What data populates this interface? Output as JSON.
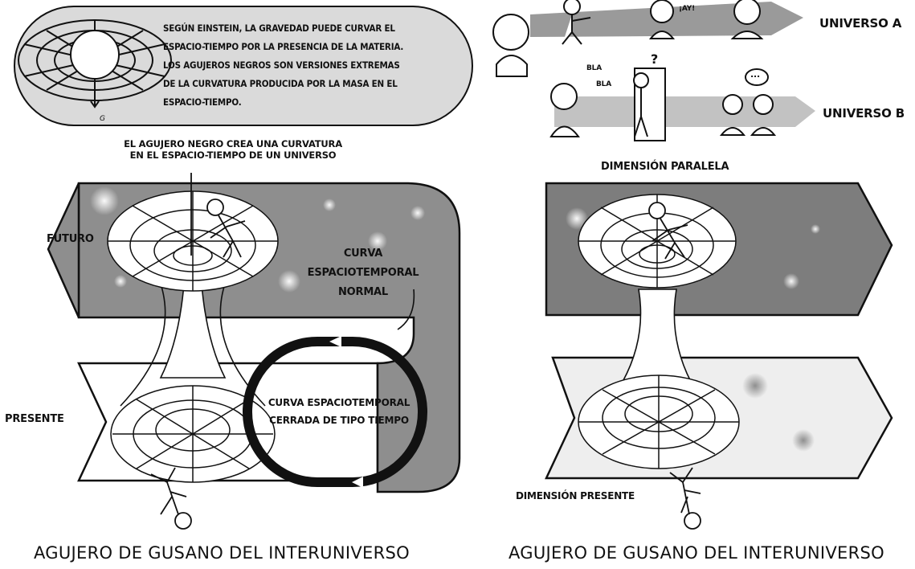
{
  "einstein_note": [
    "SEGÚN EINSTEIN, LA GRAVEDAD PUEDE CURVAR EL",
    "ESPACIO-TIEMPO POR LA PRESENCIA DE LA MATERIA.",
    "LOS AGUJEROS NEGROS SON VERSIONES EXTREMAS",
    "DE LA CURVATURA PRODUCIDA POR LA MASA EN EL",
    "ESPACIO-TIEMPO."
  ],
  "gravity_symbol": "G",
  "left_panel": {
    "callout": [
      "EL AGUJERO NEGRO CREA UNA CURVATURA",
      "EN EL ESPACIO-TIEMPO DE UN UNIVERSO"
    ],
    "future_label": "FUTURO",
    "normal_curve_label": [
      "CURVA",
      "ESPACIOTEMPORAL",
      "NORMAL"
    ],
    "closed_curve_label": [
      "CURVA ESPACIOTEMPORAL",
      "CERRADA DE TIPO TIEMPO"
    ],
    "present_label": "PRESENTE",
    "caption": "AGUJERO DE GUSANO DEL INTERUNIVERSO"
  },
  "right_panel": {
    "universe_a": "UNIVERSO A",
    "universe_b": "UNIVERSO B",
    "ouch": "¡AY!",
    "bla_1": "BLA",
    "bla_2": "BLA",
    "question": "?",
    "ellipsis": "...",
    "parallel_label": "DIMENSIÓN PARALELA",
    "present_dimension_label": "DIMENSIÓN PRESENTE",
    "caption": "AGUJERO DE GUSANO DEL INTERUNIVERSO"
  },
  "colors": {
    "bubble_fill": "#dadada",
    "band_fill": "#8e8e8e",
    "space_fill": "#7d7d7d",
    "present_fill": "#eeeeee",
    "ink": "#111111"
  }
}
